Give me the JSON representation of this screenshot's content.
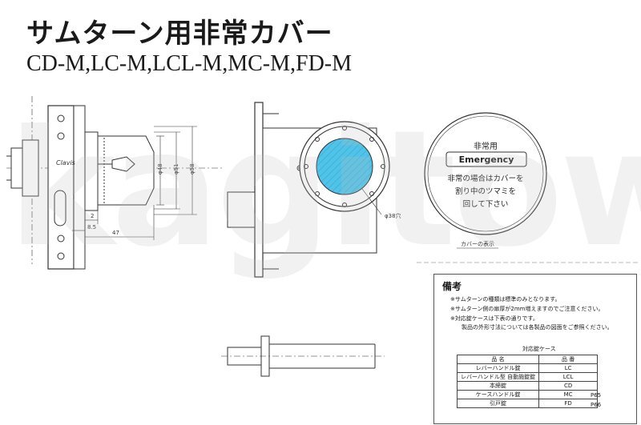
{
  "title": "サムターン用非常カバー",
  "subtitle": "CD-M,LC-M,LCL-M,MC-M,FD-M",
  "watermark": "kagitown",
  "brand_mark": "Clavis",
  "dimensions": {
    "d48": "φ48",
    "d51": "φ51",
    "d58": "φ58",
    "d38hole": "φ38穴",
    "len2": "2",
    "len8_5": "8.5",
    "len47": "47"
  },
  "cover_face": {
    "line1": "非常用",
    "line2": "Emergency",
    "line3": "非常の場合はカバーを",
    "line4": "割り中のツマミを",
    "line5": "回して下さい",
    "caption": "カバーの表示"
  },
  "notes": {
    "heading": "備考",
    "items": [
      "※サムターンの種類は標準のみとなります。",
      "※サムターン側の扉厚が2mm増えますのでご注意ください。",
      "※対応錠ケースは下表の通りです。",
      "製品の外形寸法については各製品の図面をご参照ください。"
    ],
    "table_caption": "対応錠ケース",
    "table_headers": [
      "品 名",
      "品 番"
    ],
    "table_rows": [
      [
        "レバーハンドル錠",
        "LC"
      ],
      [
        "レバーハンドル型 自動施錠錠",
        "LCL"
      ],
      [
        "本締錠",
        "CD"
      ],
      [
        "ケースハンドル錠",
        "MC"
      ],
      [
        "引戸錠",
        "FD"
      ]
    ],
    "extra_codes": [
      "P65",
      "P66"
    ]
  },
  "colors": {
    "line": "#333333",
    "knob_fill": "#4fc3e8",
    "watermark": "#bebebe"
  }
}
